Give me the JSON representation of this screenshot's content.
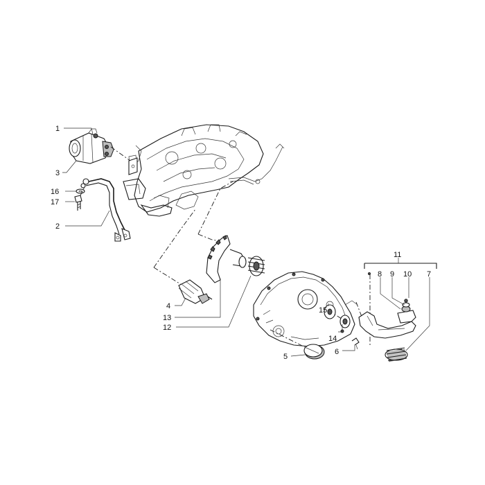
{
  "labels": {
    "p1": "1",
    "p2": "2",
    "p3": "3",
    "p4": "4",
    "p5": "5",
    "p6": "6",
    "p7": "7",
    "p8": "8",
    "p9": "9",
    "p10": "10",
    "p11": "11",
    "p12": "12",
    "p13": "13",
    "p14": "14",
    "p15": "15",
    "p16": "16",
    "p17": "17"
  }
}
